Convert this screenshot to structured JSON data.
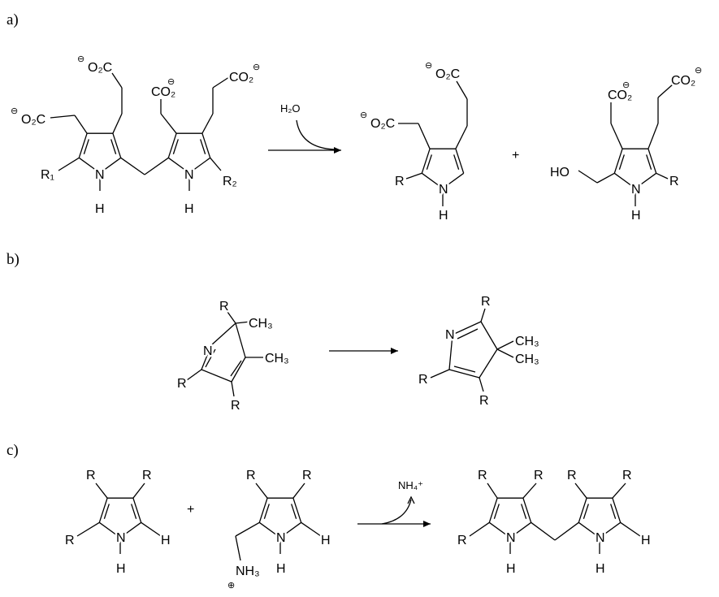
{
  "panels": {
    "a": "a)",
    "b": "b)",
    "c": "c)"
  },
  "a": {
    "reactant": {
      "o2c_left": "O₂C",
      "o2c_top": "O₂C",
      "co2_mid": "CO₂",
      "co2_right": "CO₂",
      "r1": "R₁",
      "r2": "R₂",
      "n1": "N",
      "h1": "H",
      "n2": "N",
      "h2": "H"
    },
    "reagent": "H₂O",
    "product1": {
      "o2c_left": "O₂C",
      "o2c_top": "O₂C",
      "r": "R",
      "n": "N",
      "h": "H"
    },
    "plus": "+",
    "product2": {
      "co2_mid": "CO₂",
      "co2_right": "CO₂",
      "ho": "HO",
      "r": "R",
      "n": "N",
      "h": "H"
    },
    "charge": "⊖"
  },
  "b": {
    "left": {
      "n": "N",
      "r_top": "R",
      "ch3_top": "CH₃",
      "ch3_mid": "CH₃",
      "r_left": "R",
      "r_bottom": "R"
    },
    "right": {
      "n": "N",
      "r_top": "R",
      "ch3_a": "CH₃",
      "ch3_b": "CH₃",
      "r_left": "R",
      "r_bottom": "R"
    }
  },
  "c": {
    "pyrrole": {
      "r_left": "R",
      "r_top1": "R",
      "r_top2": "R",
      "n": "N",
      "h_n": "H",
      "h_c": "H"
    },
    "plus": "+",
    "aminomethyl": {
      "r_top1": "R",
      "r_top2": "R",
      "n": "N",
      "h_n": "H",
      "h_c": "H",
      "nh3": "NH₃",
      "charge": "⊕"
    },
    "byproduct": "NH₄⁺",
    "product": {
      "r_left": "R",
      "r1": "R",
      "r2": "R",
      "r3": "R",
      "r4": "R",
      "n1": "N",
      "h1": "H",
      "n2": "N",
      "h2": "H",
      "h_c": "H"
    }
  }
}
